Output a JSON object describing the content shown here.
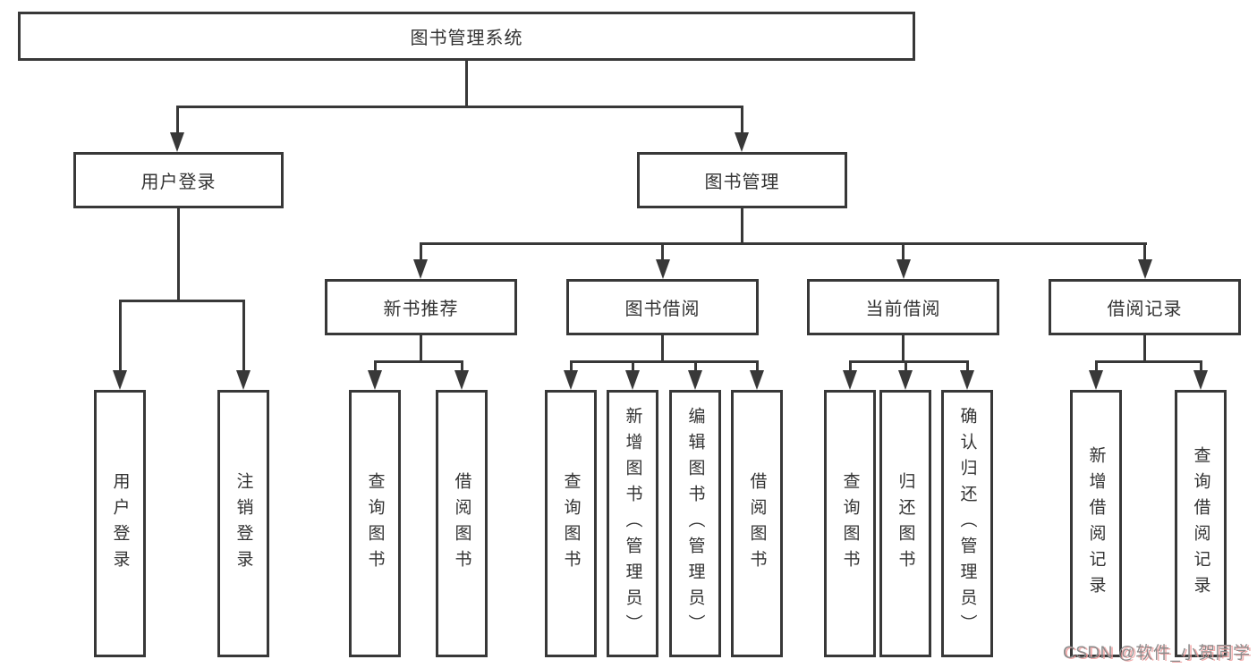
{
  "nodes": {
    "root": "图书管理系统",
    "branches": [
      "用户登录",
      "图书管理"
    ],
    "sections": [
      "新书推荐",
      "图书借阅",
      "当前借阅",
      "借阅记录"
    ],
    "leaves": {
      "user_login": [
        "用户登录",
        "注销登录"
      ],
      "new_book_recommend": [
        "查询图书",
        "借阅图书"
      ],
      "book_borrow": [
        "查询图书",
        "新增图书（管理员）",
        "编辑图书（管理员）",
        "借阅图书"
      ],
      "current_borrow": [
        "查询图书",
        "归还图书",
        "确认归还（管理员）"
      ],
      "borrow_records": [
        "新增借阅记录",
        "查询借阅记录"
      ]
    }
  },
  "watermark": "CSDN @软件_小贺同学",
  "colors": {
    "background": "#ffffff",
    "line": "#383838",
    "box_border": "#383838",
    "text": "#333333",
    "watermark_text": "#8c8c8c",
    "watermark_shadow": "#f09e9e"
  }
}
